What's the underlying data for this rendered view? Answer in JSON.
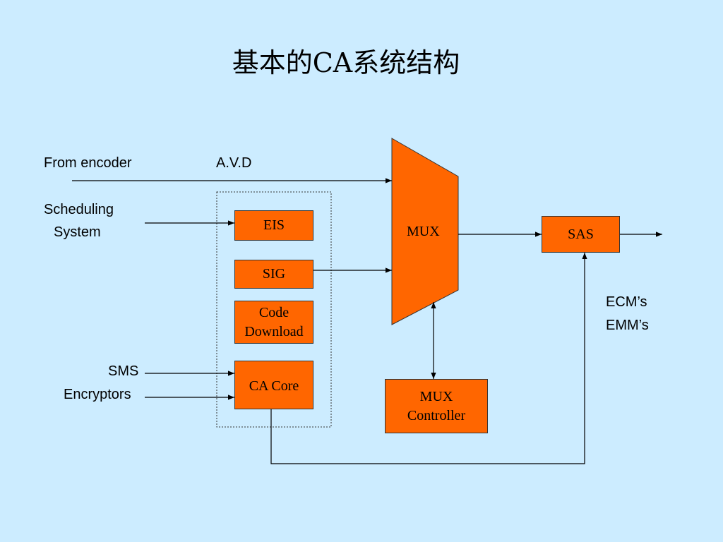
{
  "title": "基本的CA系统结构",
  "inputs": {
    "from_encoder": "From encoder",
    "avd": "A.V.D",
    "scheduling": "Scheduling",
    "system": "System",
    "sms": "SMS",
    "encryptors": "Encryptors"
  },
  "blocks": {
    "eis": "EIS",
    "sig": "SIG",
    "code_download_line1": "Code",
    "code_download_line2": "Download",
    "ca_core": "CA Core",
    "mux": "MUX",
    "mux_controller_line1": "MUX",
    "mux_controller_line2": "Controller",
    "sas": "SAS"
  },
  "outputs": {
    "ecms": "ECM’s",
    "emms": "EMM’s"
  },
  "colors": {
    "block_fill": "#FF6600",
    "background": "#CCECFF"
  }
}
